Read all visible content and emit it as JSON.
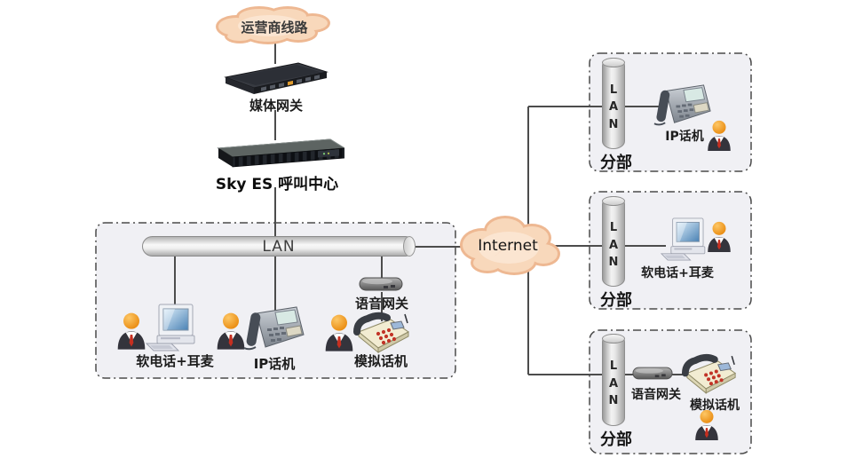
{
  "colors": {
    "line": "#4c4c4c",
    "box_fill": "#f0f0f4",
    "box_border": "#4a4a4a",
    "cloud_edge": "#eeb892",
    "cloud_fill": "#f8d8bb",
    "person_head": "#ef9a16",
    "tie_red": "#c62f20"
  },
  "carrier": {
    "label": "运营商线路"
  },
  "media_gateway": {
    "label": "媒体网关"
  },
  "call_center": {
    "label": "Sky ES 呼叫中心"
  },
  "headquarters": {
    "lan": {
      "label": "LAN"
    },
    "softphone": {
      "label": "软电话+耳麦"
    },
    "ip_phone": {
      "label": "IP话机"
    },
    "voice_gateway": {
      "label": "语音网关"
    },
    "analog_phone": {
      "label": "模拟话机"
    }
  },
  "internet": {
    "label": "Internet"
  },
  "branches": [
    {
      "name": "分部",
      "lan": [
        "L",
        "A",
        "N"
      ],
      "ip_phone": {
        "label": "IP话机"
      }
    },
    {
      "name": "分部",
      "lan": [
        "L",
        "A",
        "N"
      ],
      "softphone": {
        "label": "软电话+耳麦"
      }
    },
    {
      "name": "分部",
      "lan": [
        "L",
        "A",
        "N"
      ],
      "voice_gateway": {
        "label": "语音网关"
      },
      "analog_phone": {
        "label": "模拟话机"
      }
    }
  ]
}
